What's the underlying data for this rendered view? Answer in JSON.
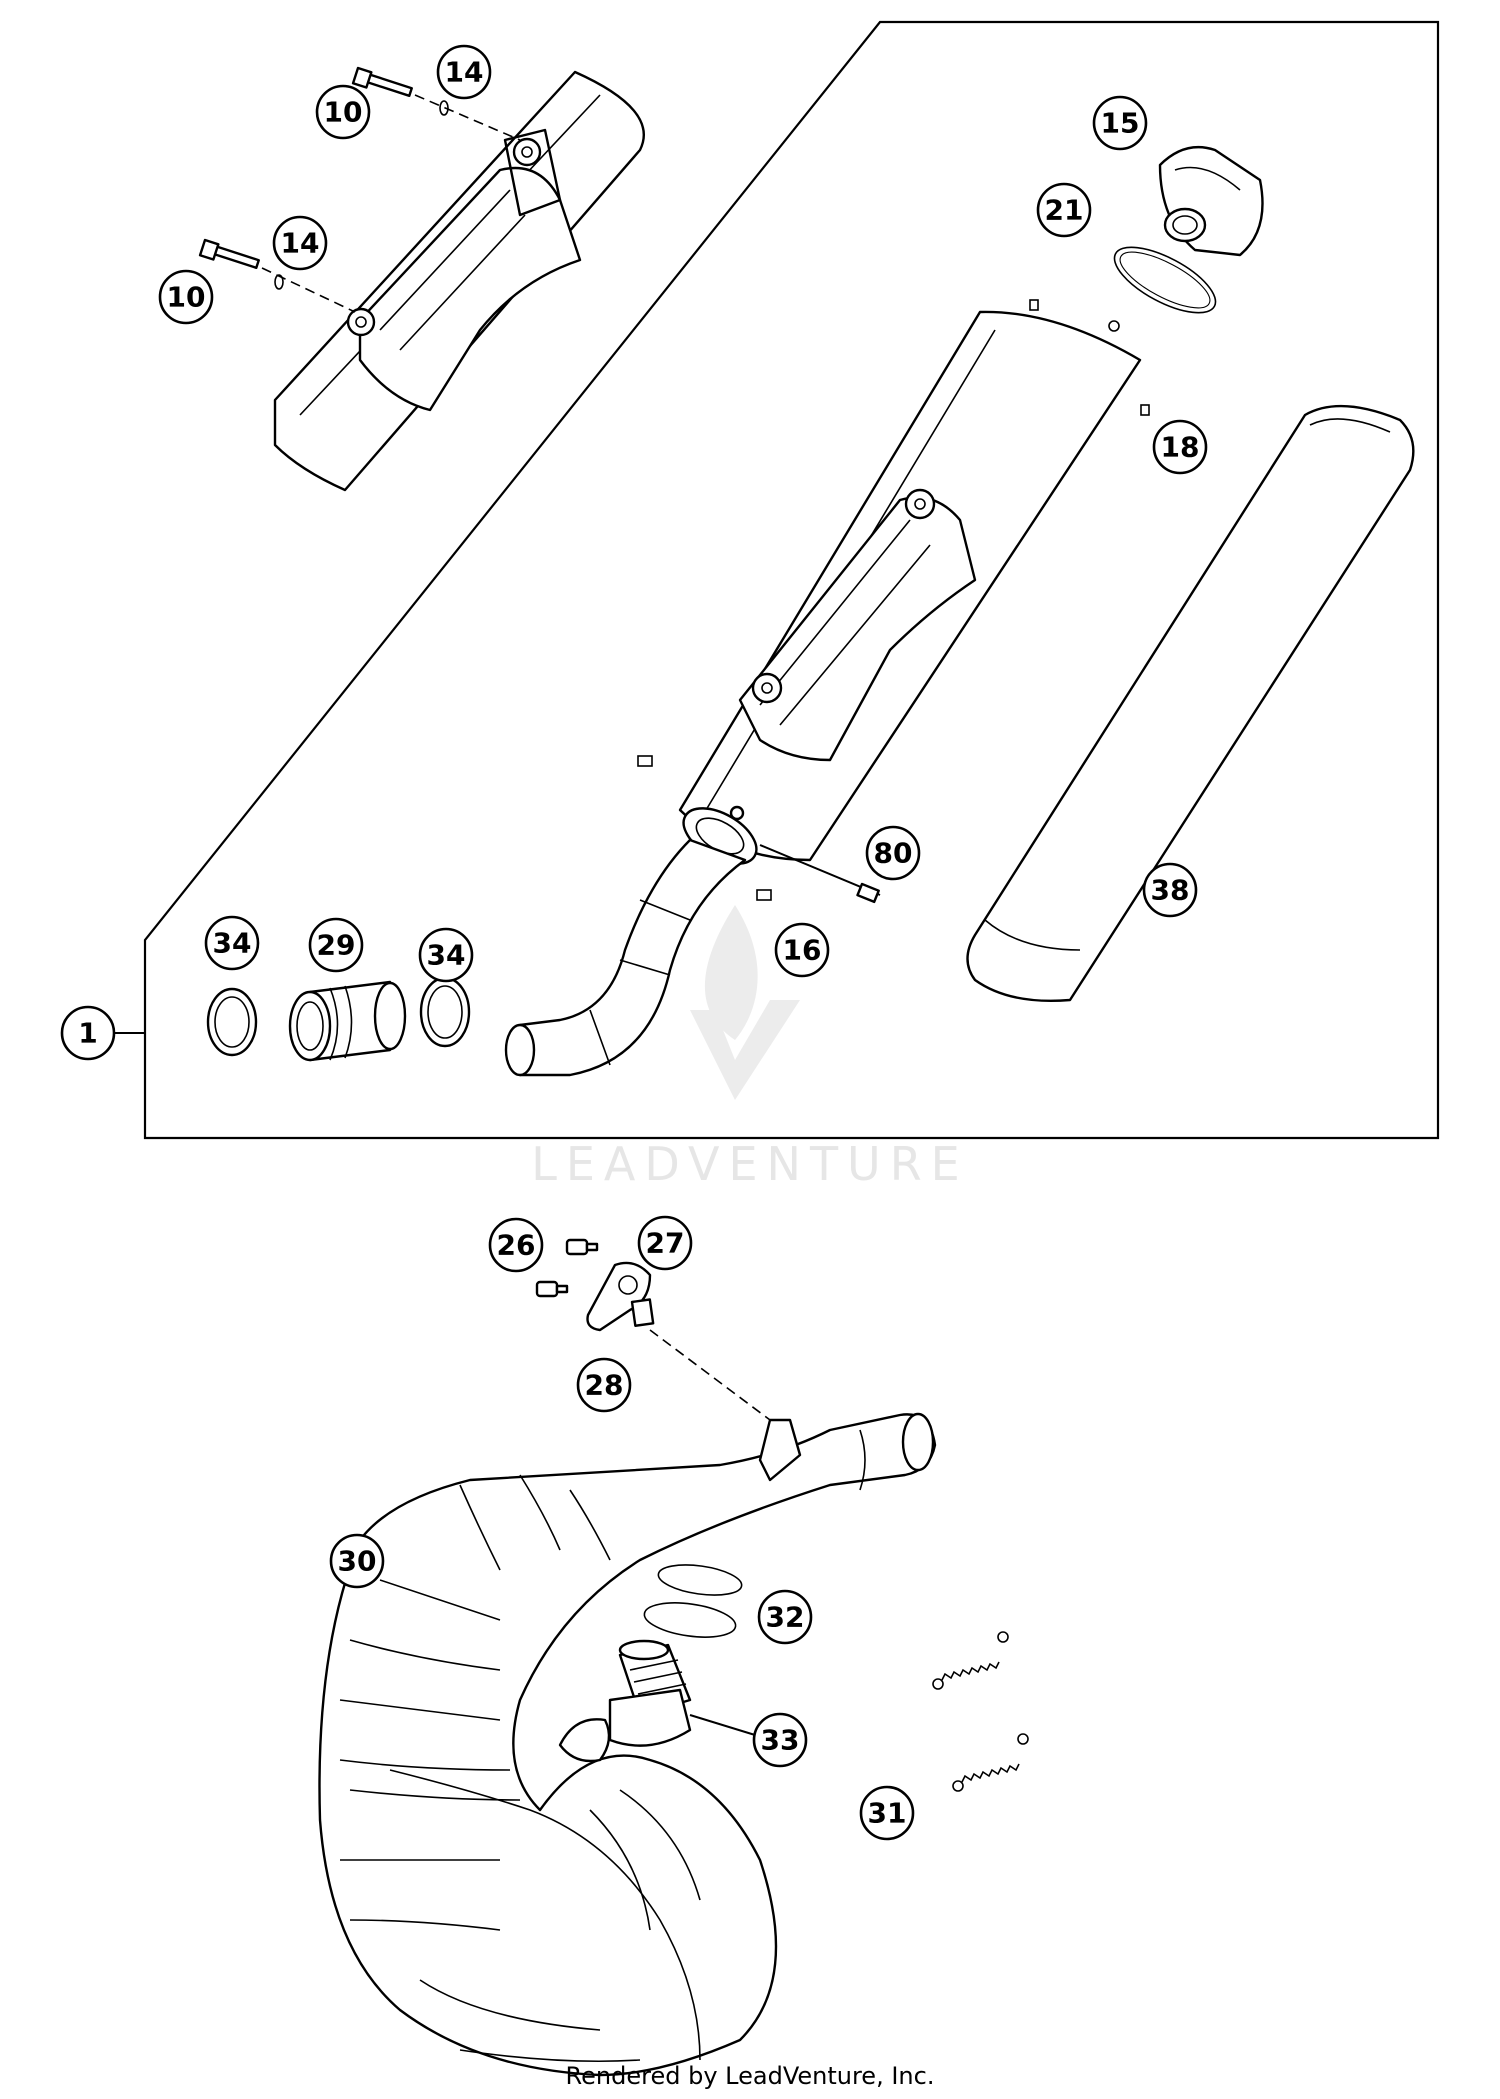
{
  "diagram": {
    "callouts": [
      "1",
      "10",
      "10",
      "14",
      "14",
      "15",
      "21",
      "18",
      "80",
      "16",
      "38",
      "34",
      "29",
      "34",
      "26",
      "27",
      "28",
      "30",
      "32",
      "33",
      "31"
    ]
  },
  "watermark": {
    "text": "LEADVENTURE",
    "logo": "leadventure-flame-v-logo"
  },
  "footer": {
    "credit": "Rendered by LeadVenture, Inc."
  },
  "colors": {
    "line": "#000000",
    "background": "#ffffff",
    "watermark": "#e6e6e6"
  }
}
